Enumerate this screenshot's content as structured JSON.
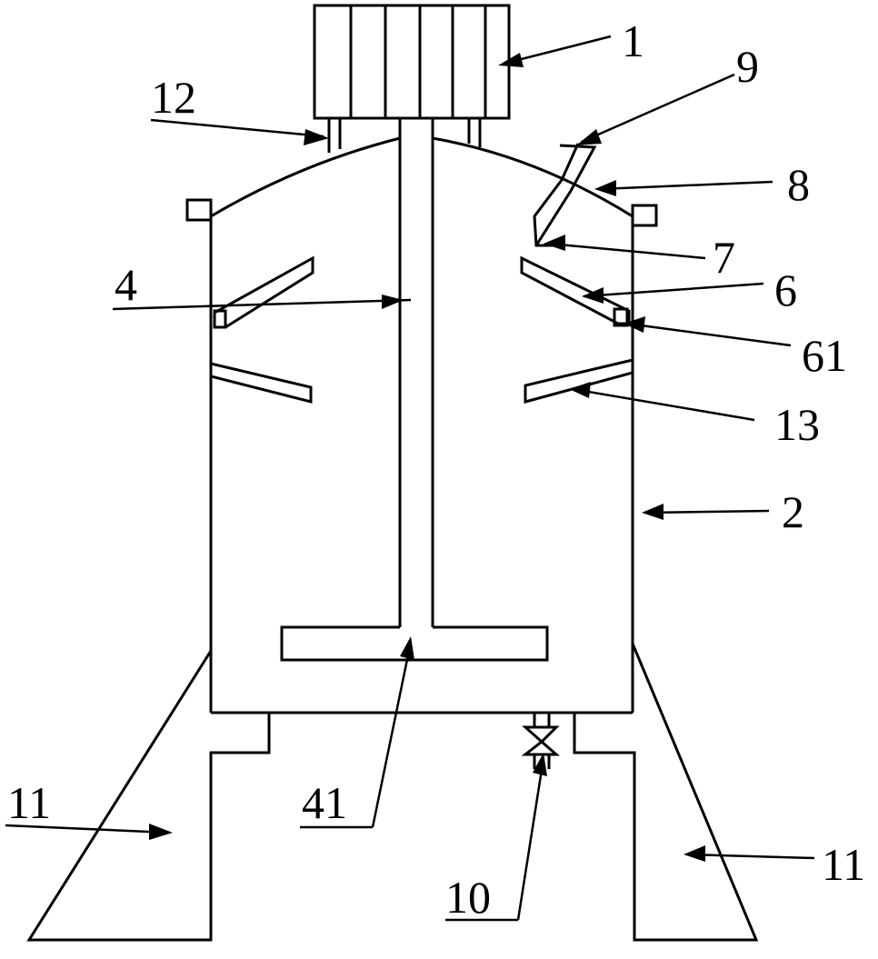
{
  "colors": {
    "stroke": "#000000",
    "background": "#ffffff"
  },
  "labels": {
    "l1": "1",
    "l2": "2",
    "l4": "4",
    "l6": "6",
    "l7": "7",
    "l8": "8",
    "l9": "9",
    "l10": "10",
    "l11_left": "11",
    "l11_right": "11",
    "l12": "12",
    "l13": "13",
    "l41": "41",
    "l61": "61"
  }
}
